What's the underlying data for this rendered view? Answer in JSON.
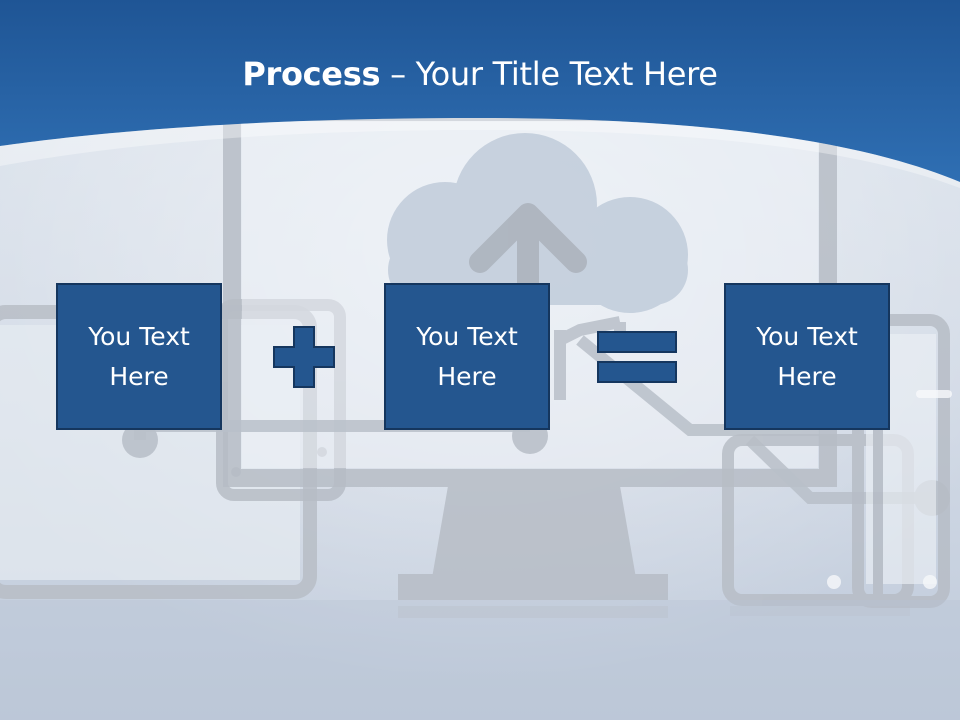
{
  "title": {
    "bold": "Process",
    "rest": " – Your Title Text Here"
  },
  "boxes": [
    {
      "text": "You Text Here"
    },
    {
      "text": "You Text Here"
    },
    {
      "text": "You Text Here"
    }
  ],
  "operators": [
    {
      "icon": "plus-icon"
    },
    {
      "icon": "equals-icon"
    }
  ],
  "colors": {
    "header_blue": "#2a66a8",
    "box_fill": "#24568f",
    "box_border": "#15365e",
    "title_text": "#ffffff"
  }
}
